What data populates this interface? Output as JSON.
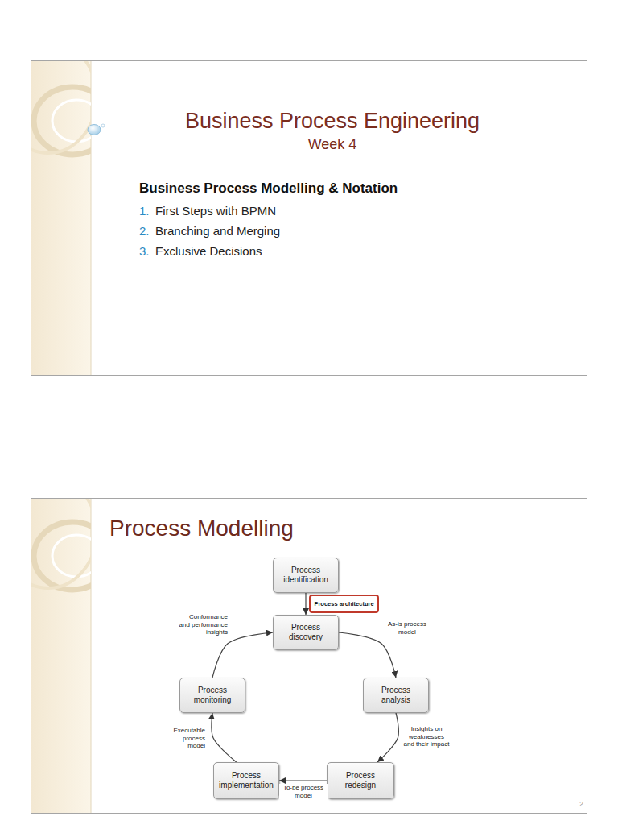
{
  "diagram": {
    "nodes": [
      {
        "text": [
          "Business Process Engineering",
          "Week 4",
          "Business Process Modelling & Notation",
          "1.",
          "First Steps with BPMN",
          "2.",
          "Branching and Merging",
          "3.",
          "Exclusive Decisions"
        ]
      },
      {
        "text": [
          "Process Modelling",
          "2"
        ]
      },
      {
        "text": [
          "Process identification"
        ],
        "in": 1
      },
      {
        "text": [
          "Process architecture"
        ],
        "in": 1
      },
      {
        "text": [
          "Process discovery"
        ],
        "in": 1
      },
      {
        "text": [
          "Process analysis"
        ],
        "in": 1
      },
      {
        "text": [
          "Process redesign"
        ],
        "in": 1
      },
      {
        "text": [
          "Process implementation"
        ],
        "in": 1
      },
      {
        "text": [
          "Process monitoring"
        ],
        "in": 1
      }
    ],
    "edges": [
      {
        "from": 2,
        "to": 4,
        "arrow": "to"
      },
      {
        "from": 4,
        "to": 5,
        "label": "As-is process model",
        "arrow": "to"
      },
      {
        "from": 5,
        "to": 6,
        "label": "Insights on weaknesses and their impact",
        "arrow": "to"
      },
      {
        "from": 6,
        "to": 7,
        "label": "To-be process model",
        "arrow": "to"
      },
      {
        "from": 7,
        "to": 8,
        "label": "Executable process model",
        "arrow": "to"
      },
      {
        "from": 8,
        "to": 4,
        "label": "Conformance and performance insights",
        "arrow": "to"
      }
    ]
  }
}
